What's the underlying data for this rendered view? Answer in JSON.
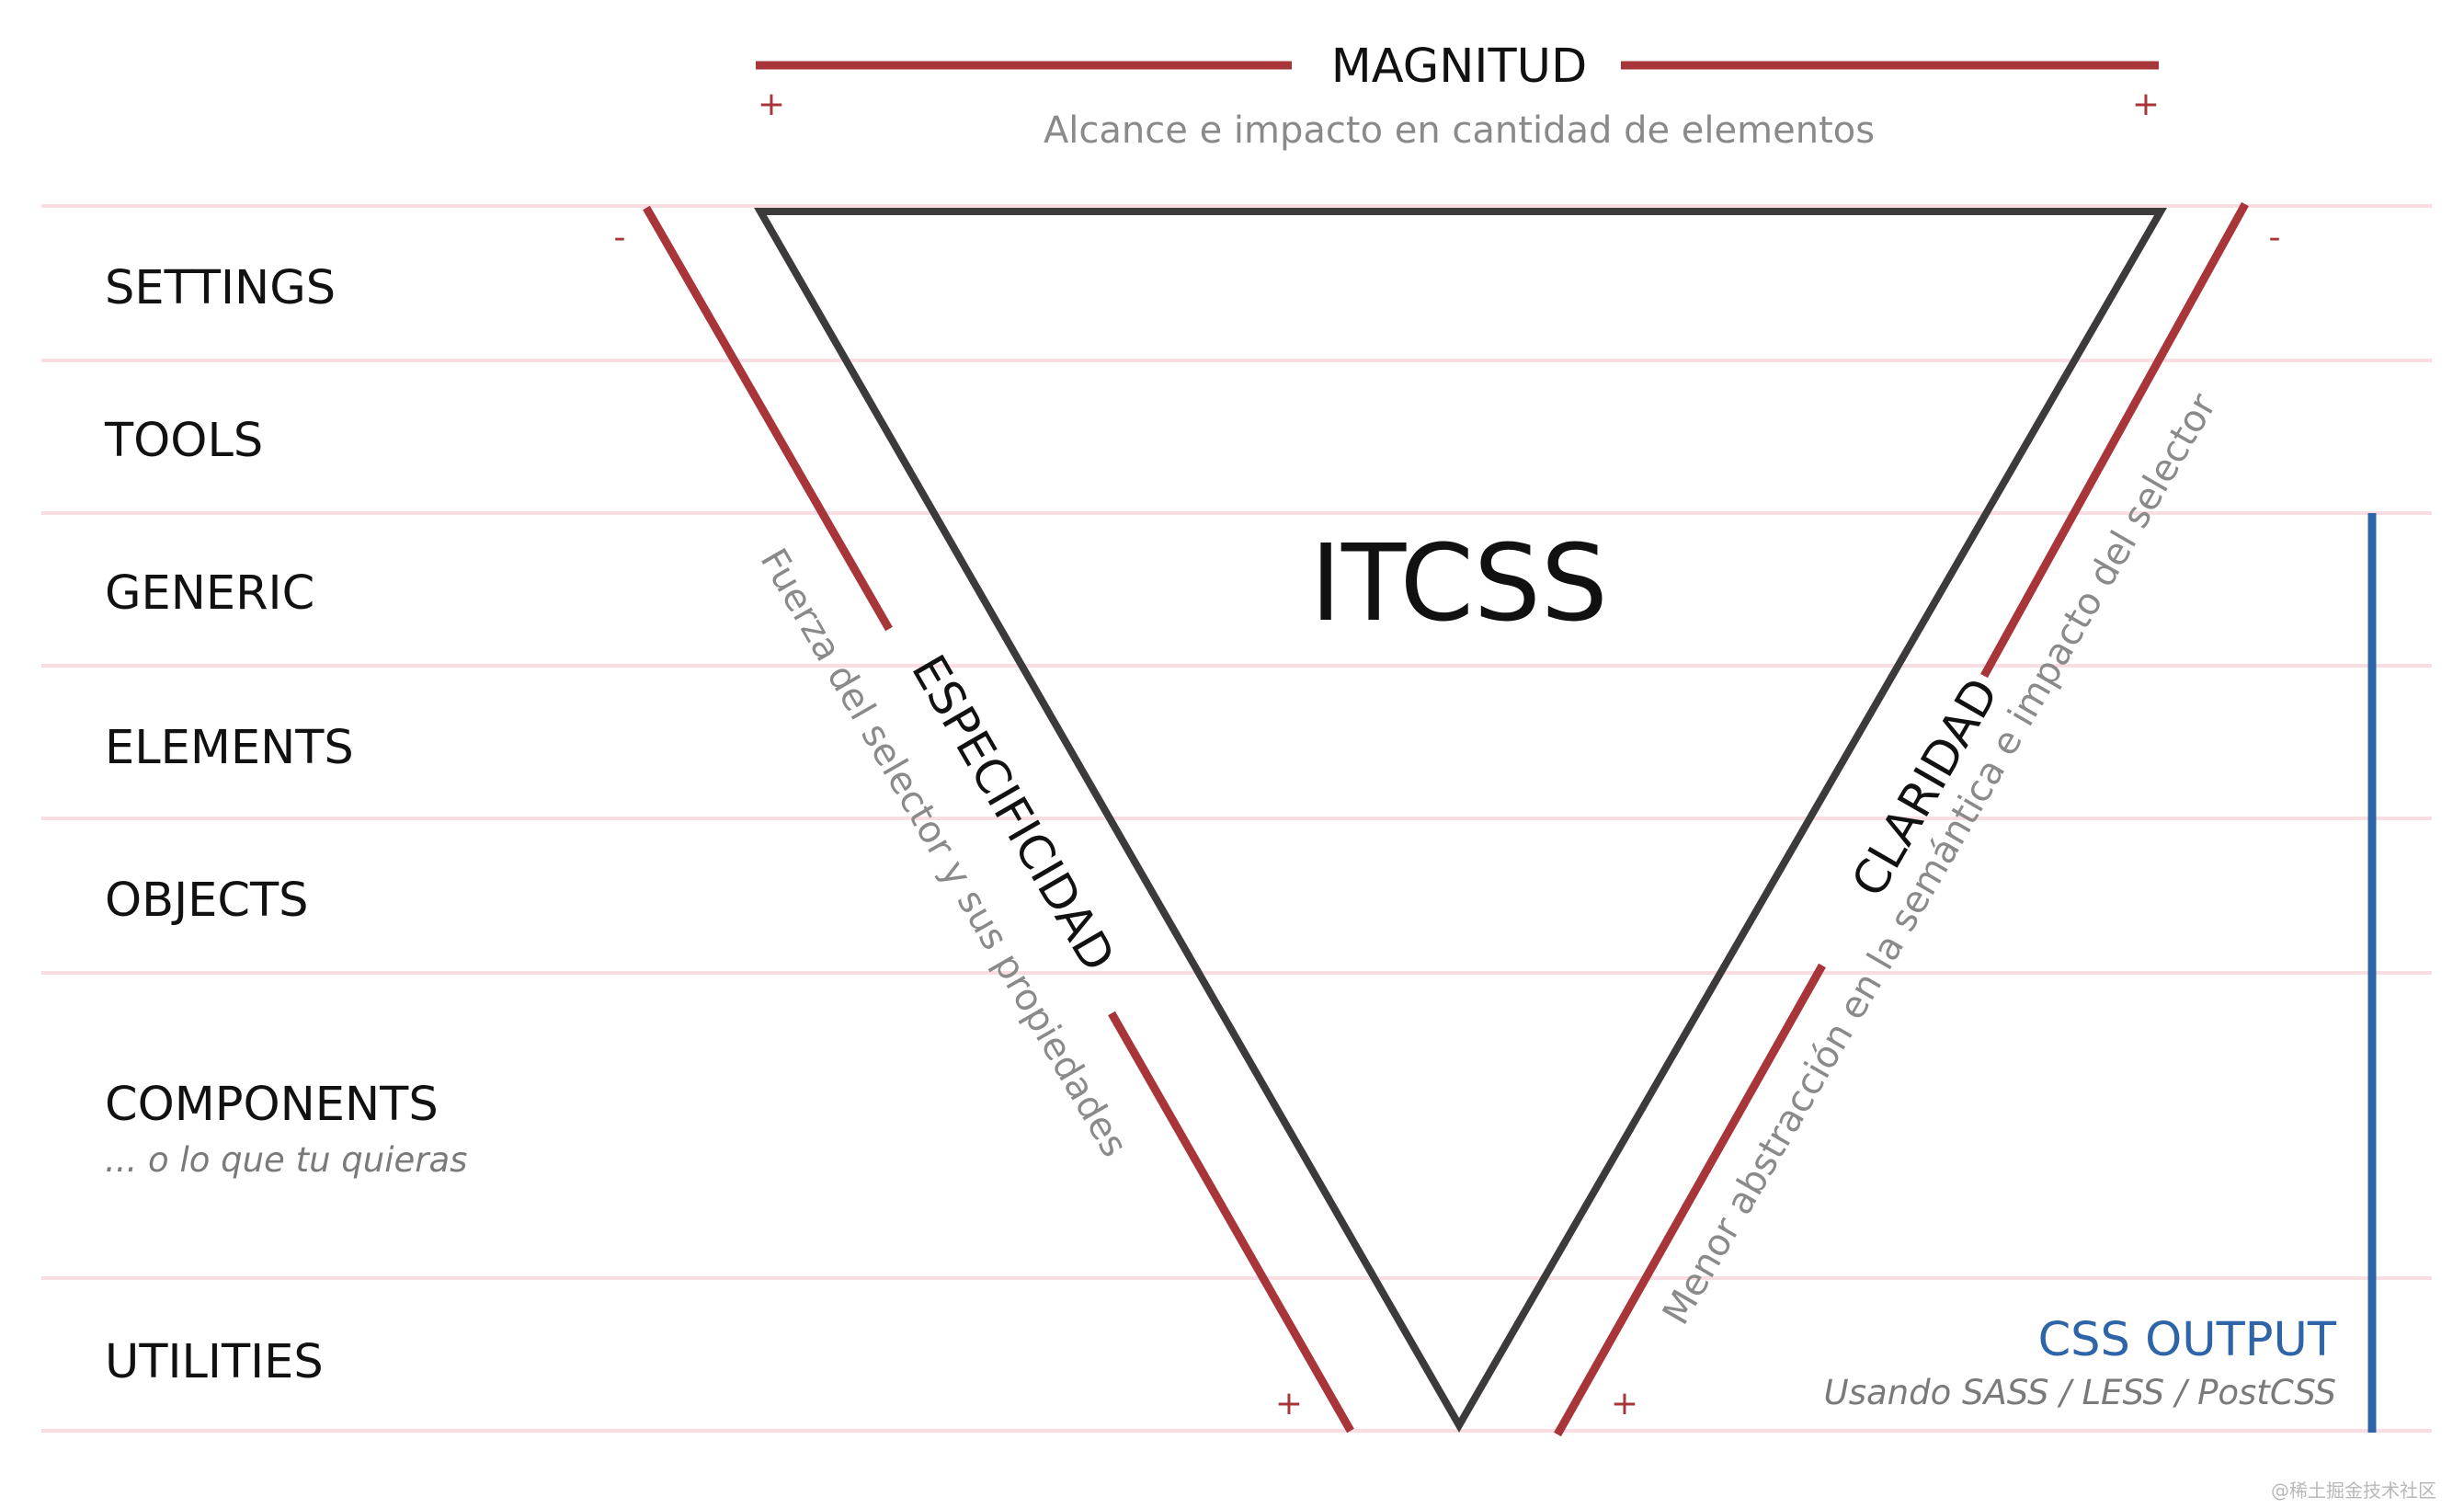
{
  "title": "ITCSS",
  "layers": [
    {
      "label": "SETTINGS"
    },
    {
      "label": "TOOLS"
    },
    {
      "label": "GENERIC"
    },
    {
      "label": "ELEMENTS"
    },
    {
      "label": "OBJECTS"
    },
    {
      "label": "COMPONENTS",
      "sublabel": "... o lo que tu quieras"
    },
    {
      "label": "UTILITIES"
    }
  ],
  "magnitude": {
    "title": "MAGNITUD",
    "description": "Alcance e impacto en cantidad de elementos",
    "sign_left": "+",
    "sign_right": "+"
  },
  "specificity": {
    "title": "ESPECIFICIDAD",
    "description": "Fuerza del selector y sus propiedades",
    "sign_top": "-",
    "sign_bottom": "+"
  },
  "clarity": {
    "title": "CLARIDAD",
    "description": "Menor abstracción en la semántica e impacto del selector",
    "sign_top": "-",
    "sign_bottom": "+"
  },
  "output": {
    "title": "CSS OUTPUT",
    "subtitle": "Usando SASS / LESS / PostCSS"
  },
  "watermark": "@稀土掘金技术社区",
  "colors": {
    "accent_red": "#a8353a",
    "triangle_stroke": "#3d3a3b",
    "output_blue": "#2e64a8",
    "guideline_pink": "#f8dde2"
  }
}
